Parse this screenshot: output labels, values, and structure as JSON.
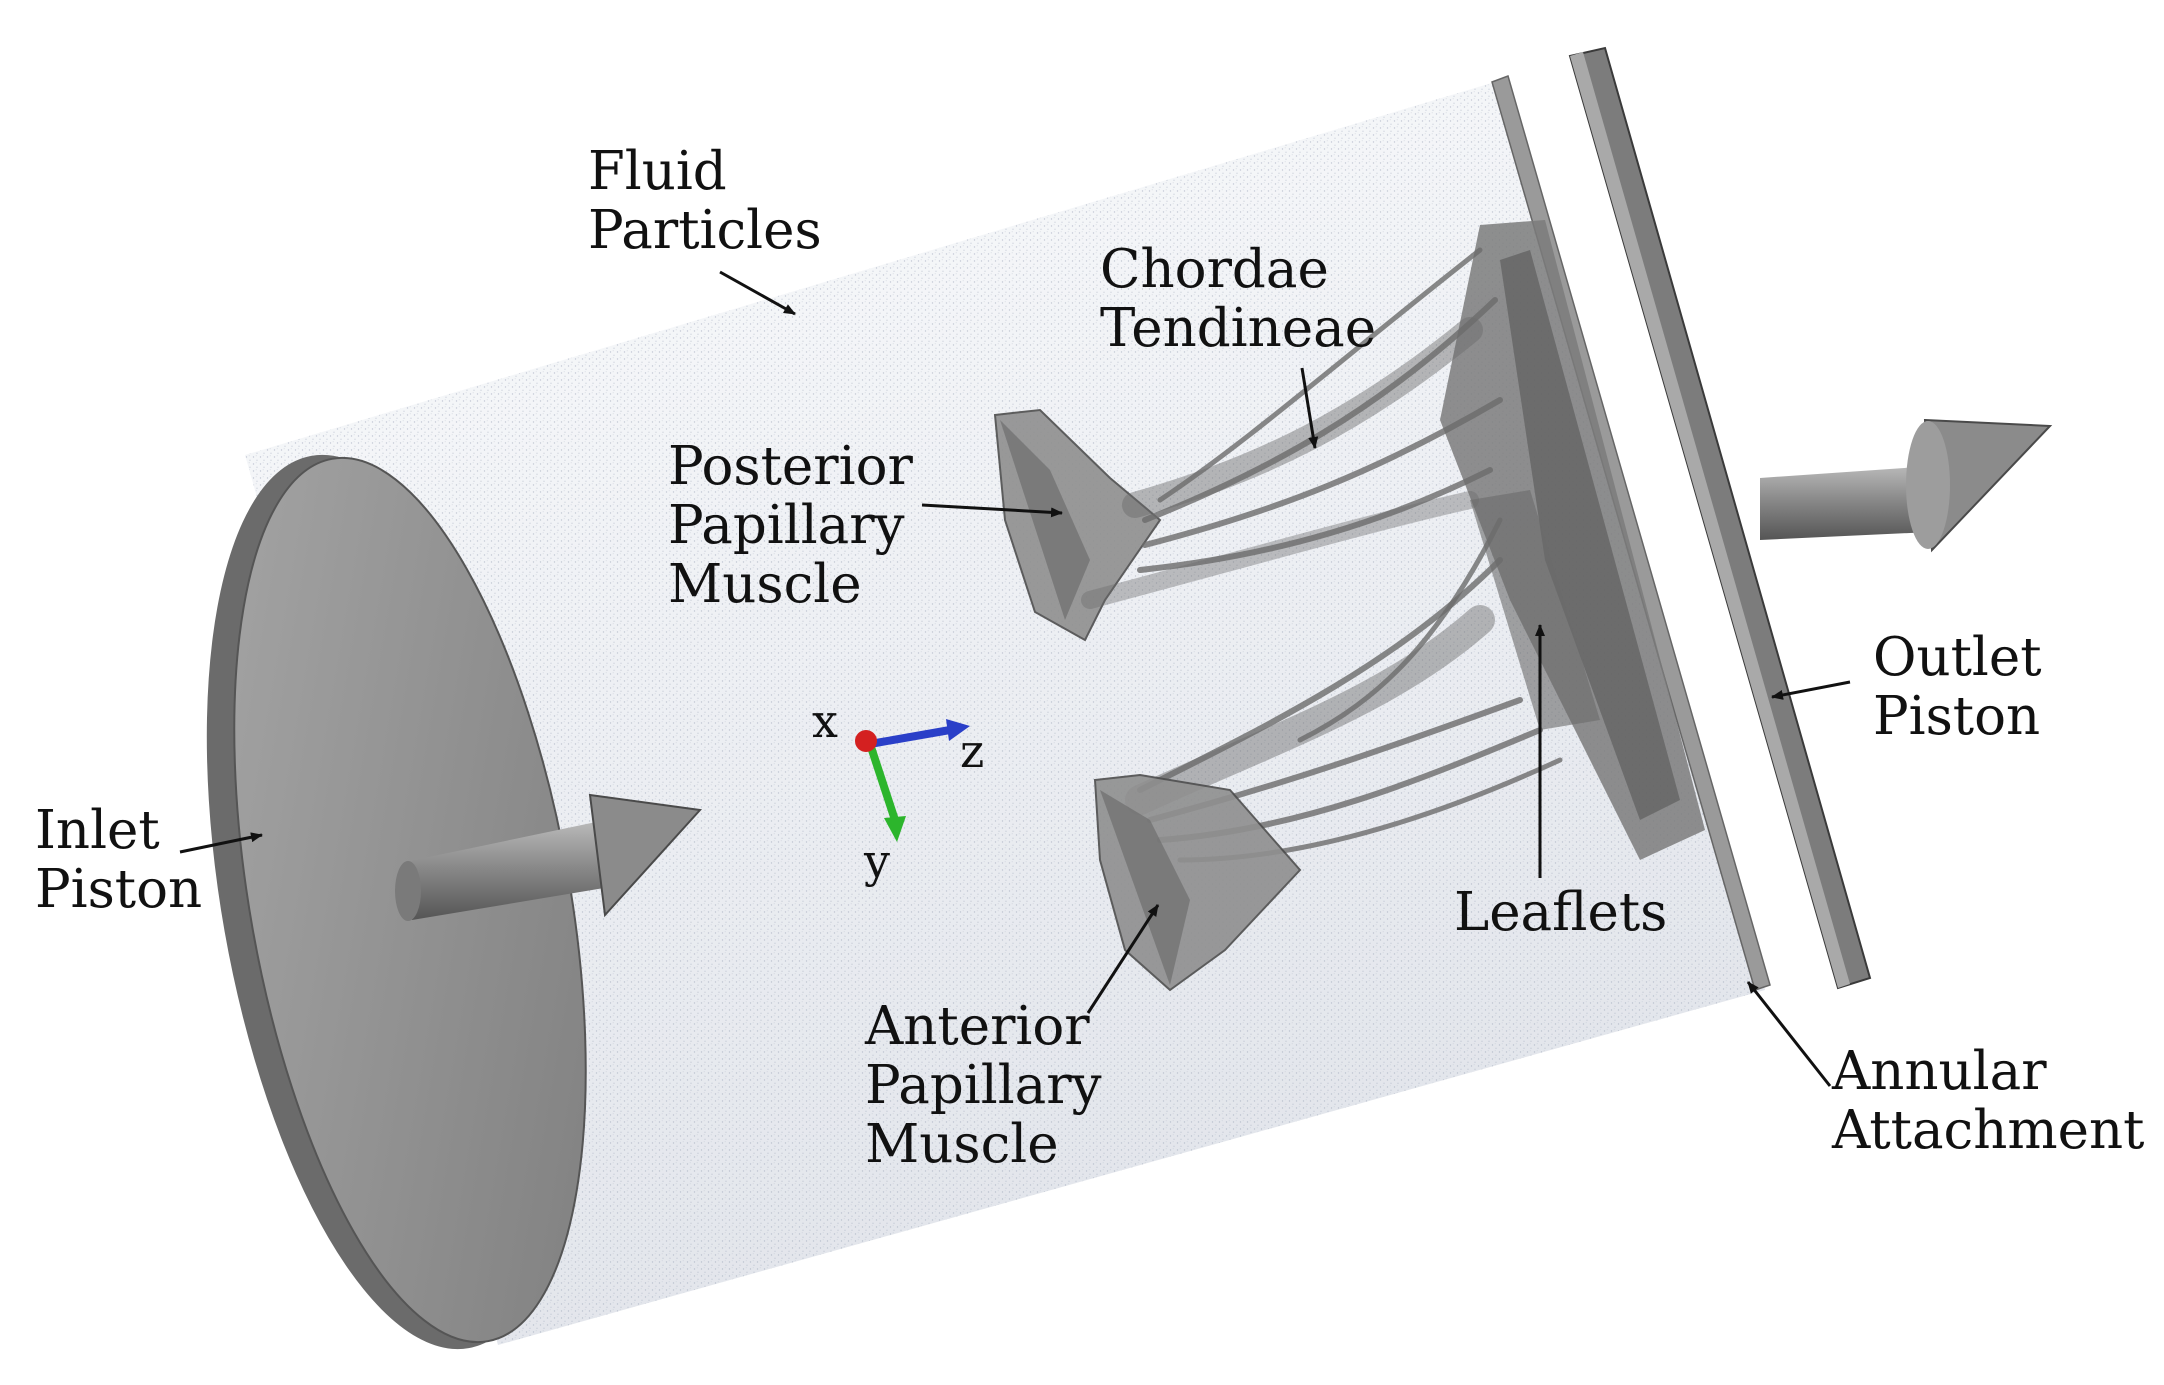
{
  "labels": {
    "fluid_particles": [
      "Fluid",
      "Particles"
    ],
    "chordae_tendineae": [
      "Chordae",
      "Tendineae"
    ],
    "posterior_papillary_muscle": [
      "Posterior",
      "Papillary",
      "Muscle"
    ],
    "anterior_papillary_muscle": [
      "Anterior",
      "Papillary",
      "Muscle"
    ],
    "inlet_piston": [
      "Inlet",
      "Piston"
    ],
    "outlet_piston": [
      "Outlet",
      "Piston"
    ],
    "leaflets": [
      "Leaflets"
    ],
    "annular_attachment": [
      "Annular",
      "Attachment"
    ]
  },
  "axes": {
    "x": "x",
    "y": "y",
    "z": "z"
  },
  "colors": {
    "axis_x": "#d42020",
    "axis_y": "#2cb52c",
    "axis_z": "#2a3fc8",
    "solid_gray": "#8c8c8c",
    "fluid_particles": "#e8ebf1"
  }
}
